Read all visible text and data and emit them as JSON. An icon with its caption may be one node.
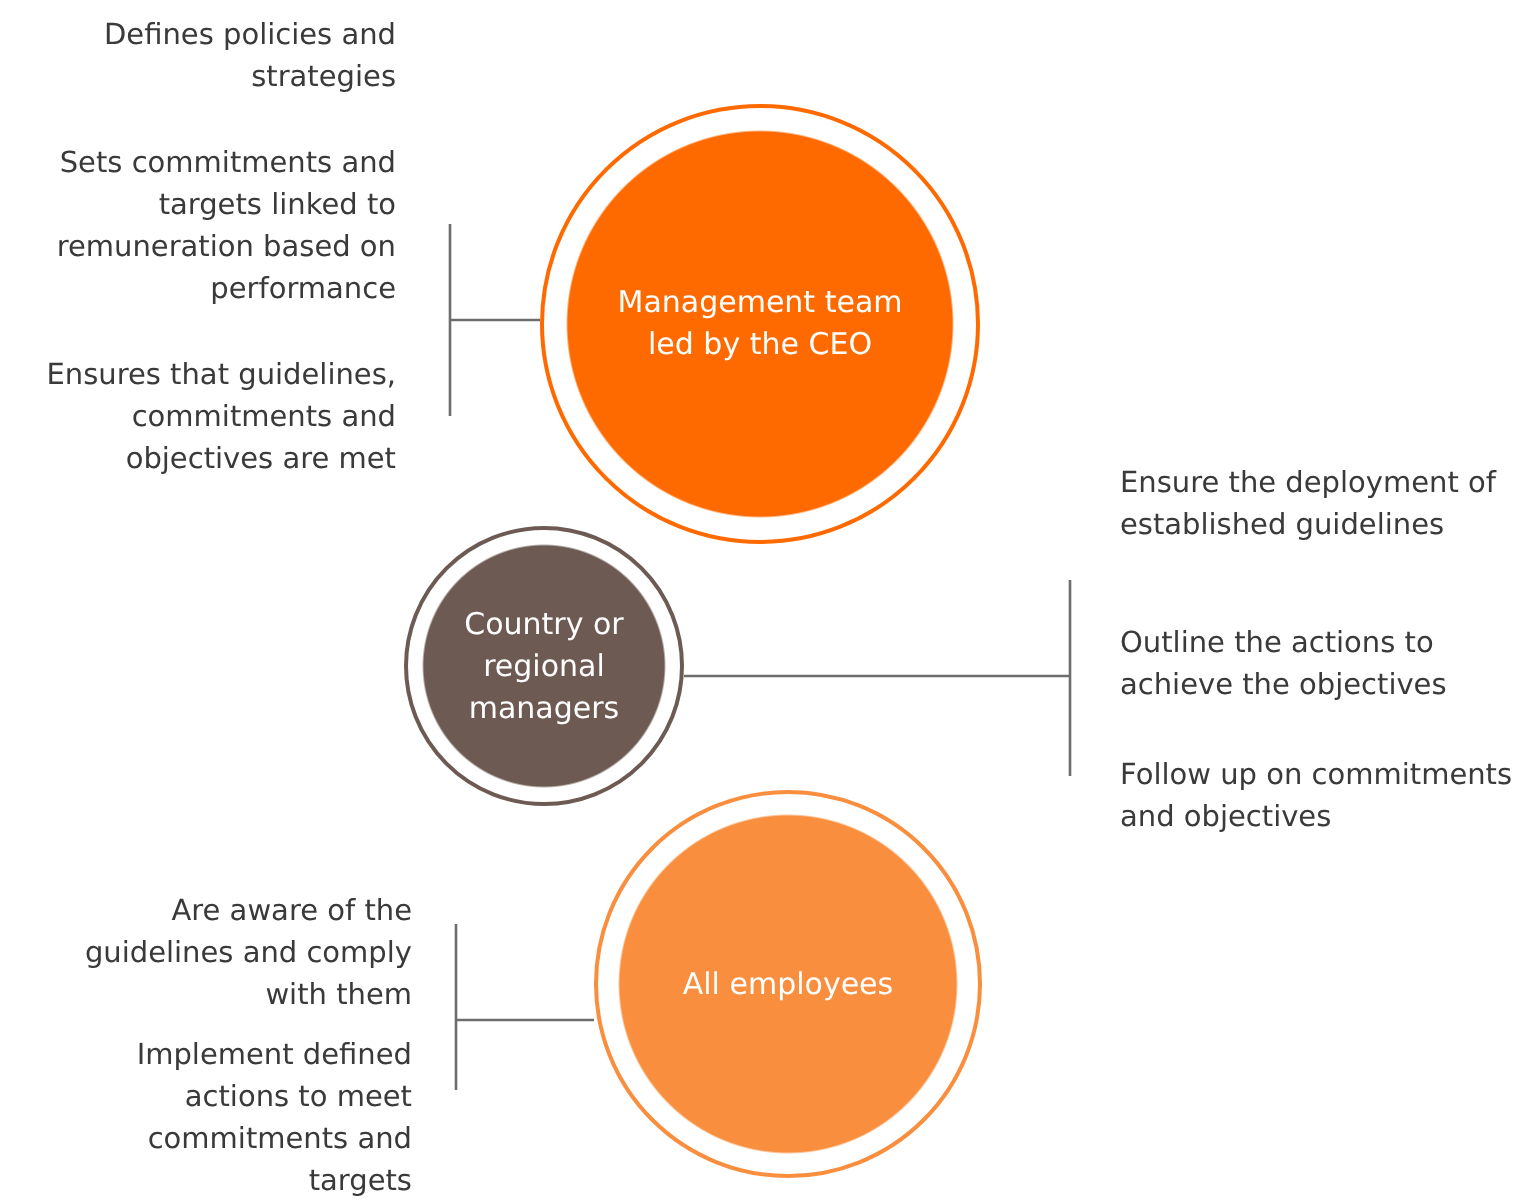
{
  "diagram": {
    "nodes": [
      {
        "text": [
          "Management team led by the CEO"
        ],
        "beside": [
          "Defines policies and strategies",
          "Sets commitments and targets linked to remuneration based on performance",
          "Ensures that guidelines, commitments and objectives are met"
        ]
      },
      {
        "text": [
          "Country or regional managers"
        ],
        "beside": [
          "Ensure the deployment of established guidelines",
          "Outline the actions to achieve the objectives",
          "Follow up on commitments and objectives"
        ]
      },
      {
        "text": [
          "All employees"
        ],
        "beside": [
          "Are aware of the guidelines and comply with them",
          "Implement defined actions to meet commitments and targets"
        ]
      }
    ]
  }
}
